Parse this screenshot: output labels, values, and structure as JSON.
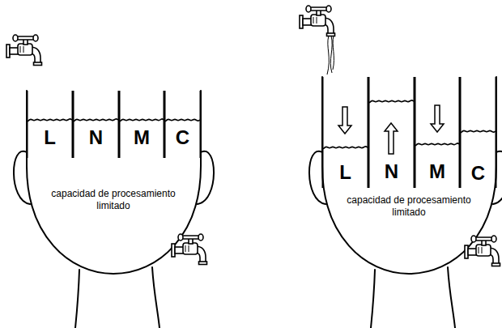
{
  "diagram": {
    "nodes": [
      {
        "text": [
          "capacidad de procesamiento limitado"
        ]
      },
      {
        "text": [
          "L"
        ],
        "in": 0
      },
      {
        "text": [
          "N"
        ],
        "in": 0
      },
      {
        "text": [
          "M"
        ],
        "in": 0
      },
      {
        "text": [
          "C"
        ],
        "in": 0
      },
      {
        "text": [
          "capacidad de procesamiento limitado"
        ]
      },
      {
        "text": [
          "L"
        ],
        "in": 5
      },
      {
        "text": [
          "N"
        ],
        "in": 5
      },
      {
        "text": [
          "M"
        ],
        "in": 5
      },
      {
        "text": [
          "C"
        ],
        "in": 5
      }
    ]
  }
}
